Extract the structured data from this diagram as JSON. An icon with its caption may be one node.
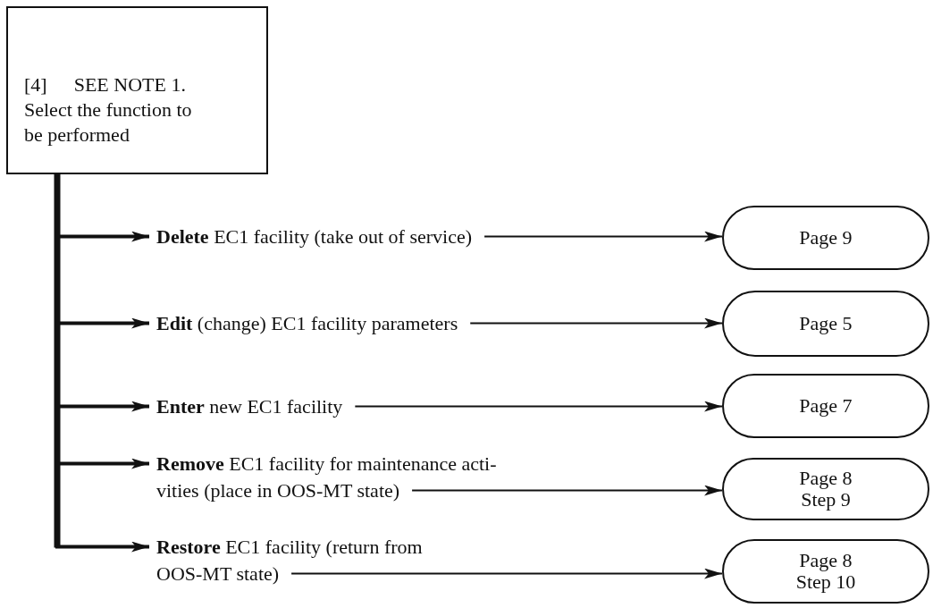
{
  "diagram": {
    "nodes": [
      {
        "text": [
          "[4]",
          "SEE NOTE 1.",
          "Select the function to be performed"
        ]
      },
      {
        "text": [
          "**Delete** EC1 facility (take out of service)"
        ]
      },
      {
        "text": [
          "**Edit** (change) EC1 facility parameters"
        ]
      },
      {
        "text": [
          "**Enter** new EC1 facility"
        ]
      },
      {
        "text": [
          "**Remove** EC1 facility for maintenance acti- vities (place in OOS-MT state)"
        ]
      },
      {
        "text": [
          "**Restore** EC1 facility (return from OOS-MT state)"
        ]
      },
      {
        "text": [
          "Page 9"
        ]
      },
      {
        "text": [
          "Page 5"
        ]
      },
      {
        "text": [
          "Page 7"
        ]
      },
      {
        "text": [
          "Page 8",
          "Step 9"
        ]
      },
      {
        "text": [
          "Page 8",
          "Step 10"
        ]
      }
    ],
    "edges": [
      {
        "from": 0,
        "to": 1,
        "arrow": "to",
        "style": "thick"
      },
      {
        "from": 0,
        "to": 2,
        "arrow": "to",
        "style": "thick"
      },
      {
        "from": 0,
        "to": 3,
        "arrow": "to",
        "style": "thick"
      },
      {
        "from": 0,
        "to": 4,
        "arrow": "to",
        "style": "thick"
      },
      {
        "from": 0,
        "to": 5,
        "arrow": "to",
        "style": "thick"
      },
      {
        "from": 1,
        "to": 6,
        "arrow": "to"
      },
      {
        "from": 2,
        "to": 7,
        "arrow": "to"
      },
      {
        "from": 3,
        "to": 8,
        "arrow": "to"
      },
      {
        "from": 4,
        "to": 9,
        "arrow": "to"
      },
      {
        "from": 5,
        "to": 10,
        "arrow": "to"
      }
    ]
  }
}
